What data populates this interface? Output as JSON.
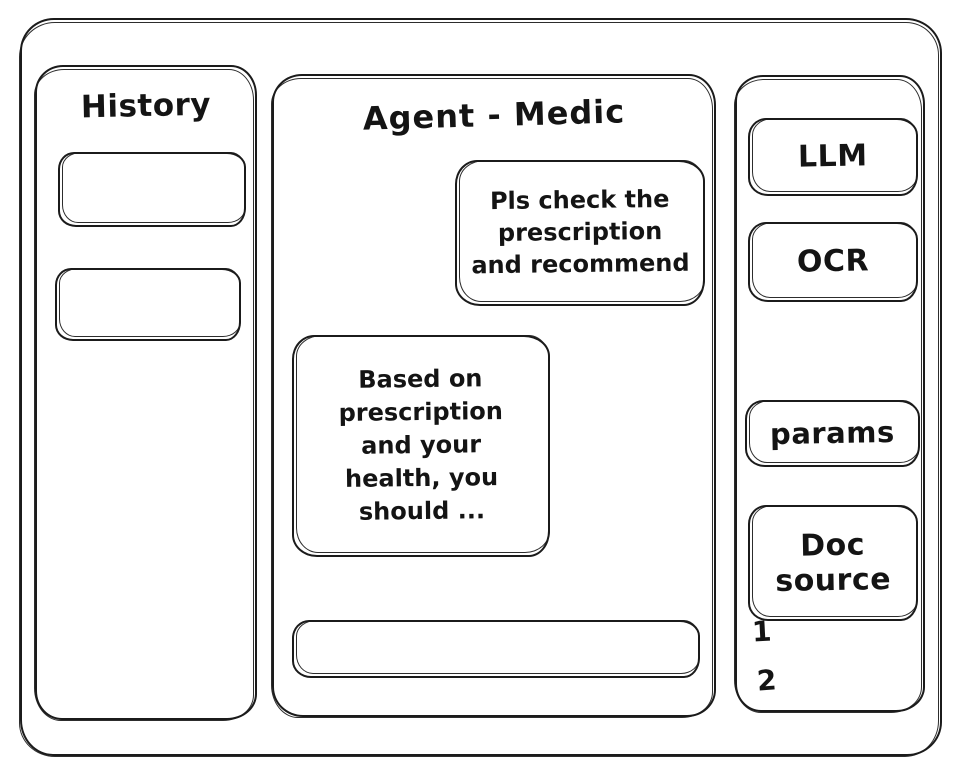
{
  "meta": {
    "style": "hand-drawn-wireframe",
    "stroke_color": "#1b1b1b",
    "background_color": "#ffffff"
  },
  "sidebar": {
    "title": "History",
    "items": [
      {
        "label": ""
      },
      {
        "label": ""
      }
    ]
  },
  "main": {
    "title": "Agent - Medic",
    "messages": [
      {
        "role": "user",
        "text": "Pls check the\nprescription\nand recommend"
      },
      {
        "role": "agent",
        "text": "Based on\nprescription\nand your\nhealth, you\nshould ..."
      }
    ],
    "composer": {
      "value": "",
      "placeholder": ""
    }
  },
  "tools": {
    "buttons": [
      {
        "label": "LLM"
      },
      {
        "label": "OCR"
      },
      {
        "label": "params"
      },
      {
        "label": "Doc\nsource"
      }
    ],
    "doc_sources": [
      {
        "marker": "1"
      },
      {
        "marker": "2"
      }
    ]
  }
}
